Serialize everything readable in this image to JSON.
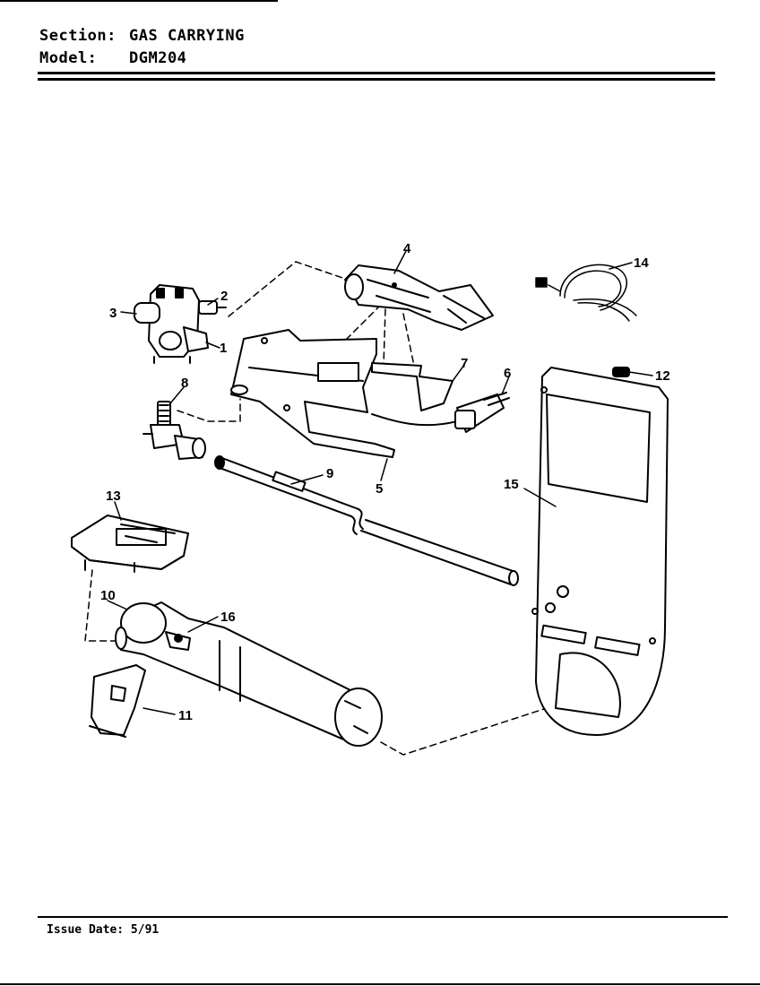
{
  "header": {
    "section_label": "Section:",
    "section_value": "GAS CARRYING",
    "model_label": "Model:",
    "model_value": "DGM204"
  },
  "footer": {
    "issue_date": "Issue Date: 5/91"
  },
  "callouts": {
    "c1": "1",
    "c2": "2",
    "c3": "3",
    "c4": "4",
    "c5": "5",
    "c6": "6",
    "c7": "7",
    "c8": "8",
    "c9": "9",
    "c10": "10",
    "c11": "11",
    "c12": "12",
    "c13": "13",
    "c14": "14",
    "c15": "15",
    "c16": "16"
  }
}
